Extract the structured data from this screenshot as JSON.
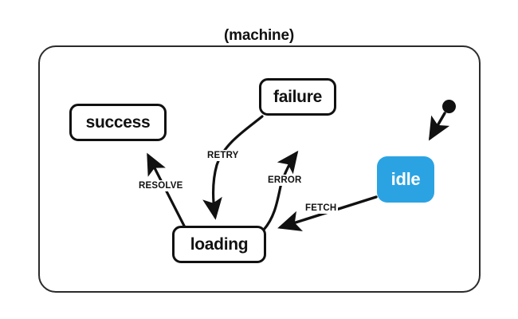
{
  "machine": {
    "title": "(machine)",
    "container_name": "machine-container"
  },
  "colors": {
    "active_state_fill": "#2BA3E3",
    "active_state_text": "#FFFFFF",
    "state_border": "#111111",
    "state_fill": "#FFFFFF",
    "container_border": "#2B2B2B",
    "edge_stroke": "#111111",
    "background": "#FFFFFF"
  },
  "states": [
    {
      "id": "success",
      "label": "success",
      "active": false
    },
    {
      "id": "failure",
      "label": "failure",
      "active": false
    },
    {
      "id": "loading",
      "label": "loading",
      "active": false
    },
    {
      "id": "idle",
      "label": "idle",
      "active": true
    }
  ],
  "initial_state": {
    "target": "idle",
    "marker": "initial-dot"
  },
  "transitions": [
    {
      "id": "resolve",
      "label": "RESOLVE",
      "from": "loading",
      "to": "success"
    },
    {
      "id": "retry",
      "label": "RETRY",
      "from": "failure",
      "to": "loading"
    },
    {
      "id": "error",
      "label": "ERROR",
      "from": "loading",
      "to": "failure"
    },
    {
      "id": "fetch",
      "label": "FETCH",
      "from": "idle",
      "to": "loading"
    }
  ]
}
